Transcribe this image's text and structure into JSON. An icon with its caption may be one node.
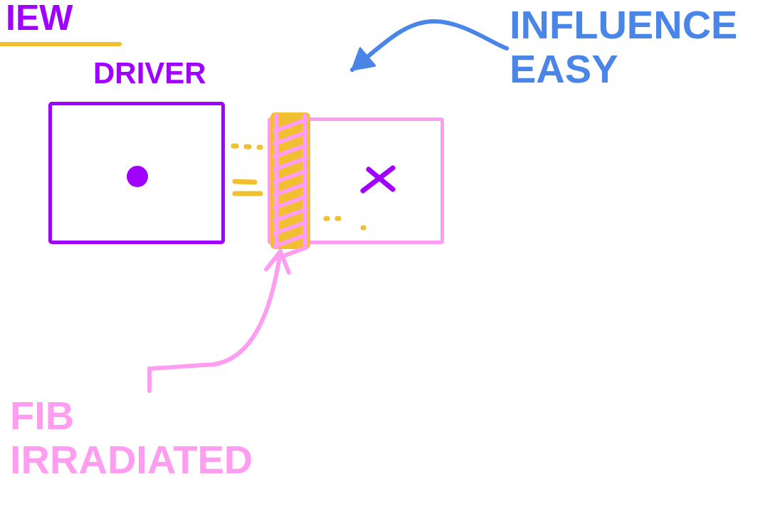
{
  "diagram": {
    "nodes": [
      {
        "text": [
          "DRIVER"
        ]
      },
      {
        "text": [],
        "shape": "bar"
      },
      {
        "text": [],
        "shape": "box"
      },
      {
        "text": [
          "INFLUENCE EASY"
        ]
      },
      {
        "text": [
          "FIB IRRADIATED"
        ]
      }
    ],
    "edges": [
      {
        "from": 3,
        "to": null,
        "arrow": "to",
        "color": "#4a86e8"
      },
      {
        "from": 4,
        "to": 1,
        "arrow": "to",
        "color": "#ff9ef0"
      }
    ],
    "labels": [
      "IEW"
    ]
  }
}
